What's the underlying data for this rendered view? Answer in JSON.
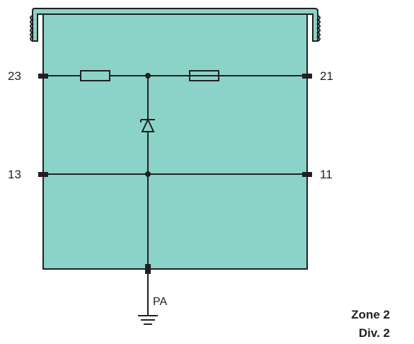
{
  "terminals": {
    "top_left": "23",
    "top_right": "21",
    "mid_left": "13",
    "mid_right": "11"
  },
  "ground": {
    "label": "PA"
  },
  "classification": {
    "zone": "Zone 2",
    "division": "Div. 2"
  },
  "colors": {
    "housing_fill": "#8bd3c8",
    "housing_stroke": "#231f20",
    "wire": "#231f20"
  }
}
